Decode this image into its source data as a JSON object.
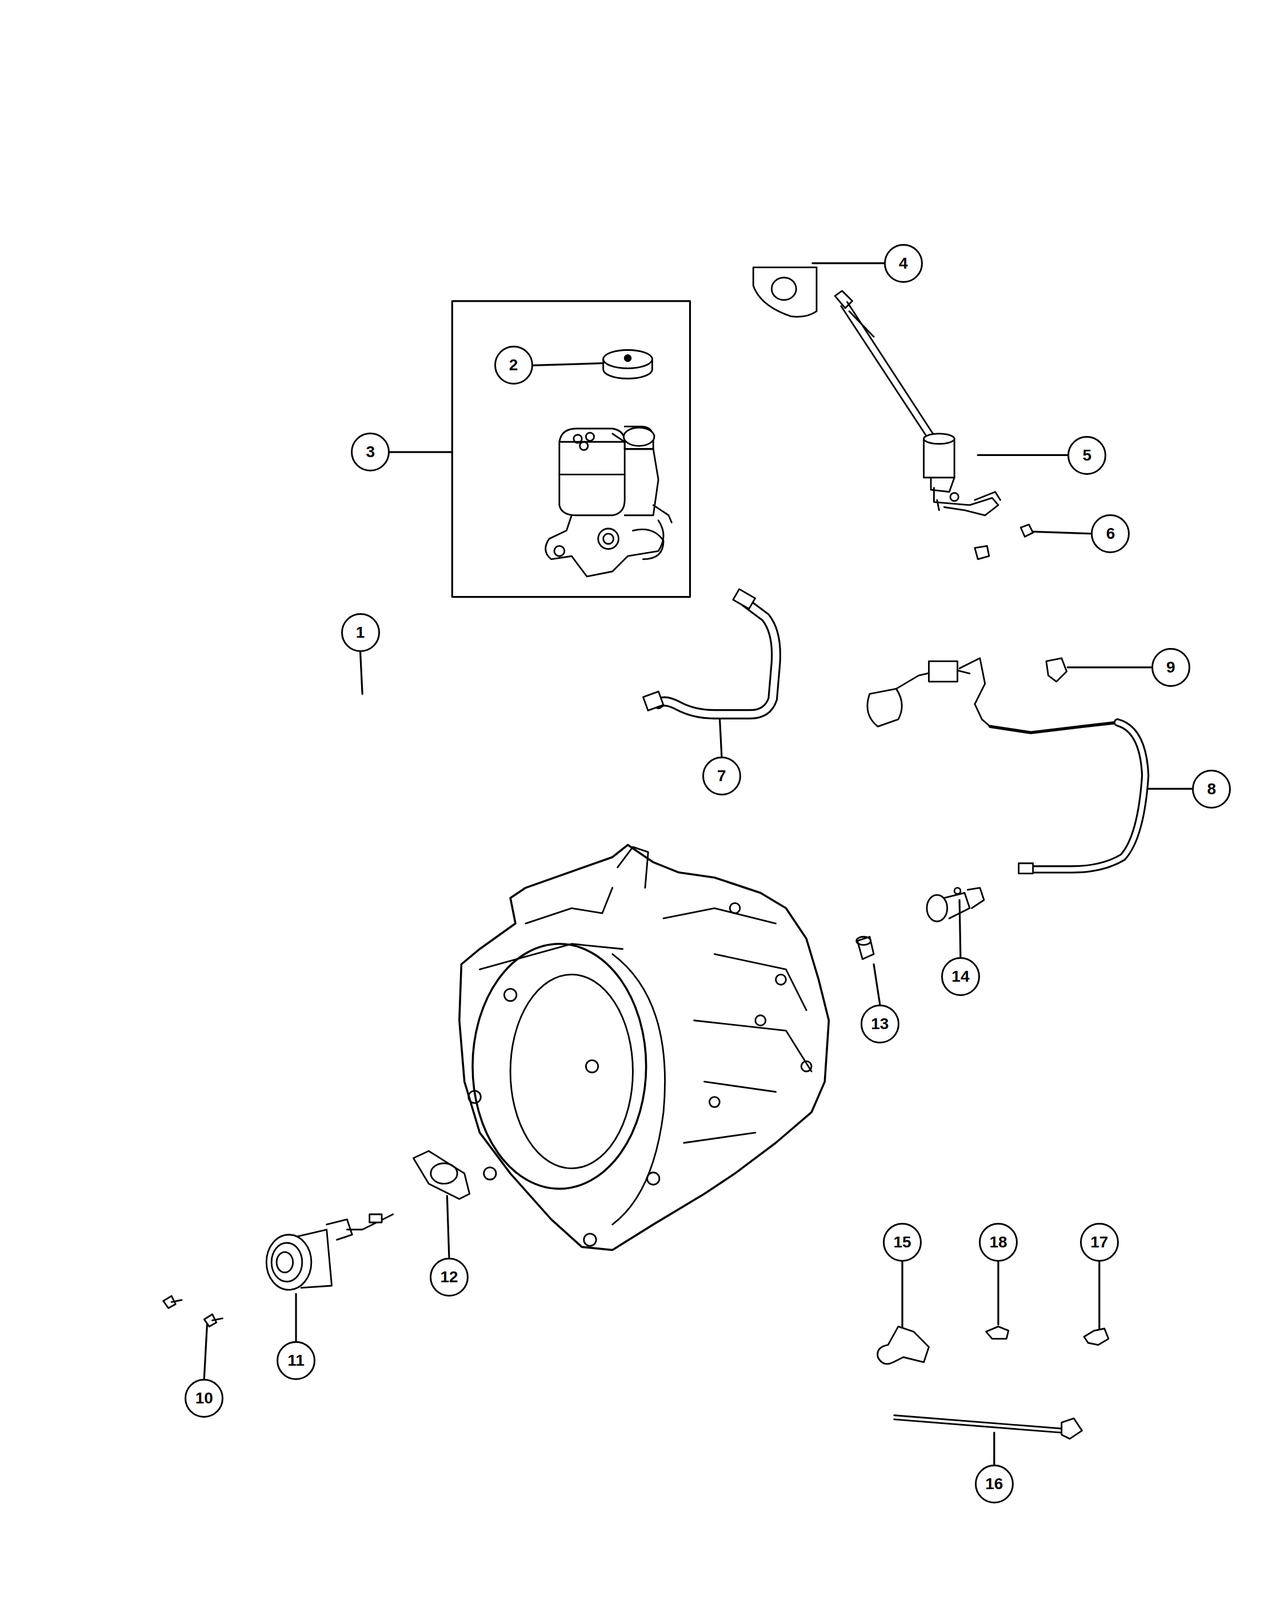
{
  "diagram": {
    "nodes": [
      {
        "text": [
          "1"
        ]
      },
      {
        "text": [
          "2"
        ]
      },
      {
        "text": [
          "3"
        ]
      },
      {
        "text": [
          "4"
        ]
      },
      {
        "text": [
          "5"
        ]
      },
      {
        "text": [
          "6"
        ]
      },
      {
        "text": [
          "7"
        ]
      },
      {
        "text": [
          "8"
        ]
      },
      {
        "text": [
          "9"
        ]
      },
      {
        "text": [
          "10"
        ]
      },
      {
        "text": [
          "11"
        ]
      },
      {
        "text": [
          "12"
        ]
      },
      {
        "text": [
          "13"
        ]
      },
      {
        "text": [
          "14"
        ]
      },
      {
        "text": [
          "15"
        ]
      },
      {
        "text": [
          "16"
        ]
      },
      {
        "text": [
          "17"
        ]
      },
      {
        "text": [
          "18"
        ]
      }
    ]
  }
}
